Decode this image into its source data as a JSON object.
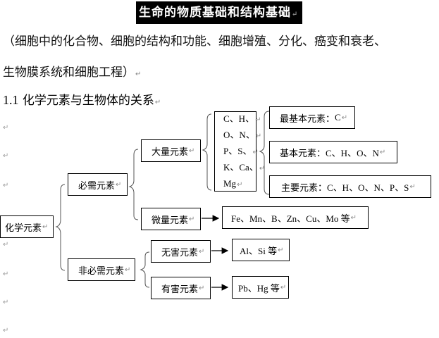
{
  "document": {
    "title": "生命的物质基础和结构基础",
    "intro_line1": "（细胞中的化合物、细胞的结构和功能、细胞增殖、分化、癌变和衰老、",
    "intro_line2": "生物膜系统和细胞工程）",
    "section_number": "1.1",
    "section_title": "化学元素与生物体的关系",
    "paragraph_mark": "↵"
  },
  "diagram": {
    "root": "化学元素",
    "essential": "必需元素",
    "non_essential": "非必需元素",
    "macro": "大量元素",
    "micro": "微量元素",
    "macro_elements": [
      "C、H、",
      "O、N、",
      "P、S、",
      "K、Ca、",
      "Mg"
    ],
    "most_basic_label": "最基本元素：",
    "most_basic_value": "C",
    "basic_label": "基本元素：",
    "basic_value": "C、H、O、N",
    "main_label": "主要元素：",
    "main_value": "C、H、O、N、P、S",
    "micro_elements": "Fe、Mn、B、Zn、Cu、Mo 等",
    "harmless": "无害元素",
    "harmless_elements": "Al、Si 等",
    "harmful": "有害元素",
    "harmful_elements": "Pb、Hg 等"
  }
}
